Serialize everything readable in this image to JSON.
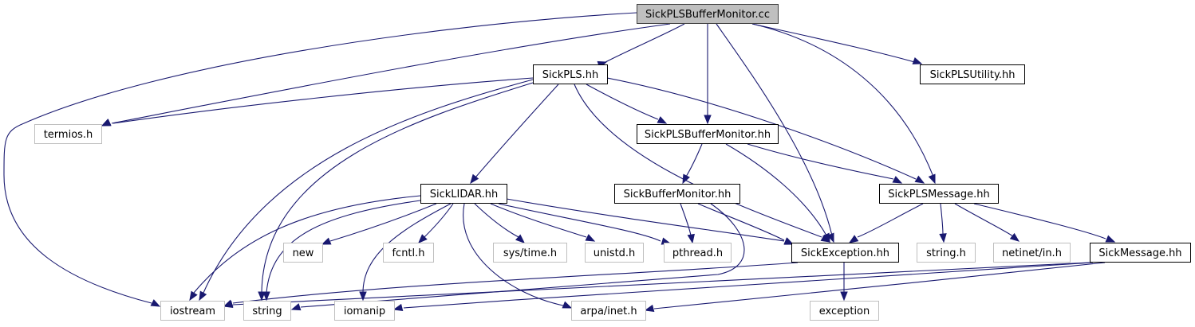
{
  "diagram": {
    "type": "include-dependency-graph",
    "colors": {
      "edge": "#191970",
      "root_fill": "#bfbfbf",
      "root_stroke": "#404040",
      "documented_stroke": "#000000",
      "external_stroke": "#bfbfbf",
      "node_fill": "#ffffff"
    },
    "nodes": [
      {
        "id": "root",
        "label": "SickPLSBufferMonitor.cc",
        "kind": "root"
      },
      {
        "id": "sickpls",
        "label": "SickPLS.hh",
        "kind": "documented"
      },
      {
        "id": "utility",
        "label": "SickPLSUtility.hh",
        "kind": "documented"
      },
      {
        "id": "termios",
        "label": "termios.h",
        "kind": "external"
      },
      {
        "id": "plsbufmon",
        "label": "SickPLSBufferMonitor.hh",
        "kind": "documented"
      },
      {
        "id": "lidar",
        "label": "SickLIDAR.hh",
        "kind": "documented"
      },
      {
        "id": "bufmon",
        "label": "SickBufferMonitor.hh",
        "kind": "documented"
      },
      {
        "id": "plsmsg",
        "label": "SickPLSMessage.hh",
        "kind": "documented"
      },
      {
        "id": "new",
        "label": "new",
        "kind": "external"
      },
      {
        "id": "fcntl",
        "label": "fcntl.h",
        "kind": "external"
      },
      {
        "id": "systime",
        "label": "sys/time.h",
        "kind": "external"
      },
      {
        "id": "unistd",
        "label": "unistd.h",
        "kind": "external"
      },
      {
        "id": "pthread",
        "label": "pthread.h",
        "kind": "external"
      },
      {
        "id": "exception_hh",
        "label": "SickException.hh",
        "kind": "documented"
      },
      {
        "id": "stringh",
        "label": "string.h",
        "kind": "external"
      },
      {
        "id": "netinet",
        "label": "netinet/in.h",
        "kind": "external"
      },
      {
        "id": "message",
        "label": "SickMessage.hh",
        "kind": "documented"
      },
      {
        "id": "iostream",
        "label": "iostream",
        "kind": "external"
      },
      {
        "id": "string",
        "label": "string",
        "kind": "external"
      },
      {
        "id": "iomanip",
        "label": "iomanip",
        "kind": "external"
      },
      {
        "id": "arpa",
        "label": "arpa/inet.h",
        "kind": "external"
      },
      {
        "id": "exception",
        "label": "exception",
        "kind": "external"
      }
    ],
    "edges": [
      {
        "from": "root",
        "to": "sickpls"
      },
      {
        "from": "root",
        "to": "plsbufmon"
      },
      {
        "from": "root",
        "to": "utility"
      },
      {
        "from": "root",
        "to": "termios"
      },
      {
        "from": "root",
        "to": "iostream"
      },
      {
        "from": "root",
        "to": "exception_hh"
      },
      {
        "from": "root",
        "to": "plsmsg"
      },
      {
        "from": "sickpls",
        "to": "termios"
      },
      {
        "from": "sickpls",
        "to": "plsbufmon"
      },
      {
        "from": "sickpls",
        "to": "lidar"
      },
      {
        "from": "sickpls",
        "to": "plsmsg"
      },
      {
        "from": "sickpls",
        "to": "exception_hh"
      },
      {
        "from": "sickpls",
        "to": "iostream"
      },
      {
        "from": "sickpls",
        "to": "string"
      },
      {
        "from": "plsbufmon",
        "to": "bufmon"
      },
      {
        "from": "plsbufmon",
        "to": "plsmsg"
      },
      {
        "from": "plsbufmon",
        "to": "exception_hh"
      },
      {
        "from": "lidar",
        "to": "new"
      },
      {
        "from": "lidar",
        "to": "fcntl"
      },
      {
        "from": "lidar",
        "to": "systime"
      },
      {
        "from": "lidar",
        "to": "unistd"
      },
      {
        "from": "lidar",
        "to": "pthread"
      },
      {
        "from": "lidar",
        "to": "exception_hh"
      },
      {
        "from": "lidar",
        "to": "iostream"
      },
      {
        "from": "lidar",
        "to": "string"
      },
      {
        "from": "lidar",
        "to": "iomanip"
      },
      {
        "from": "lidar",
        "to": "arpa"
      },
      {
        "from": "bufmon",
        "to": "pthread"
      },
      {
        "from": "bufmon",
        "to": "exception_hh"
      },
      {
        "from": "bufmon",
        "to": "string"
      },
      {
        "from": "plsmsg",
        "to": "exception_hh"
      },
      {
        "from": "plsmsg",
        "to": "stringh"
      },
      {
        "from": "plsmsg",
        "to": "netinet"
      },
      {
        "from": "plsmsg",
        "to": "message"
      },
      {
        "from": "exception_hh",
        "to": "exception"
      },
      {
        "from": "exception_hh",
        "to": "iostream"
      },
      {
        "from": "message",
        "to": "iostream"
      },
      {
        "from": "message",
        "to": "iomanip"
      },
      {
        "from": "message",
        "to": "arpa"
      }
    ]
  }
}
